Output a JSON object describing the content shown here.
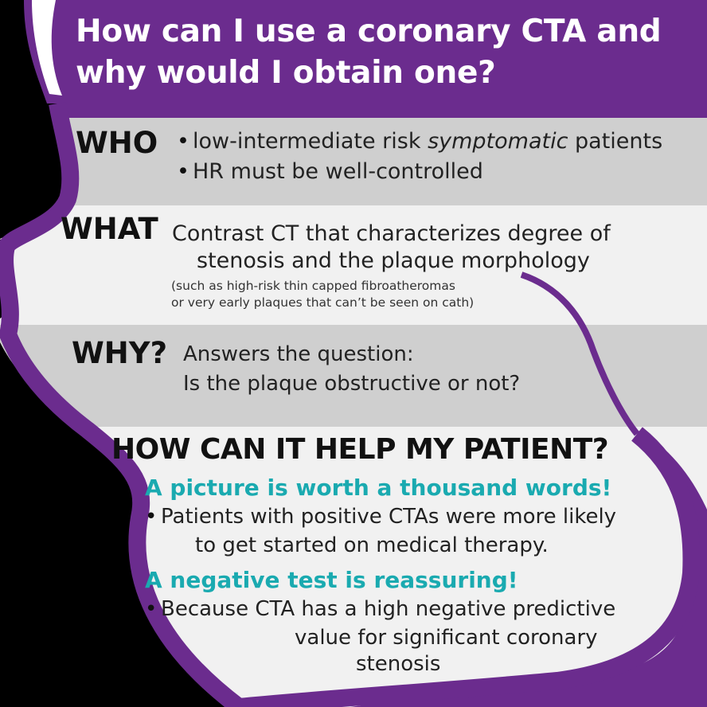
{
  "colors": {
    "purple": "#6b2c8e",
    "accent_teal": "#1aaab0",
    "band_gray": "#cfcfcf",
    "band_light": "#f1f1f1",
    "black": "#000000",
    "white": "#ffffff"
  },
  "title": {
    "line1": "How can I use a coronary CTA and",
    "line2": "why would I obtain one?"
  },
  "who": {
    "heading": "WHO",
    "bullet1_pre": "low-intermediate risk ",
    "bullet1_em": "symptomatic",
    "bullet1_post": " patients",
    "bullet2": "HR must be well-controlled"
  },
  "what": {
    "heading": "WHAT",
    "line1": "Contrast CT that characterizes degree of",
    "line2": "stenosis and the plaque morphology",
    "note1": "(such as high-risk thin capped fibroatheromas",
    "note2": "or very early plaques that can’t be seen on cath)"
  },
  "why": {
    "heading": "WHY?",
    "line1": "Answers the question:",
    "line2": "Is the plaque obstructive or not?"
  },
  "how": {
    "heading": "HOW CAN IT HELP MY PATIENT?",
    "sub1": "A picture is worth a thousand words!",
    "bullet1_line1": "Patients with positive CTAs were more likely",
    "bullet1_line2": "to get started on medical therapy.",
    "sub2": "A negative test is reassuring!",
    "bullet2_line1": "Because CTA has a high negative predictive",
    "bullet2_line2": "value for significant coronary",
    "bullet2_line3": "stenosis"
  }
}
